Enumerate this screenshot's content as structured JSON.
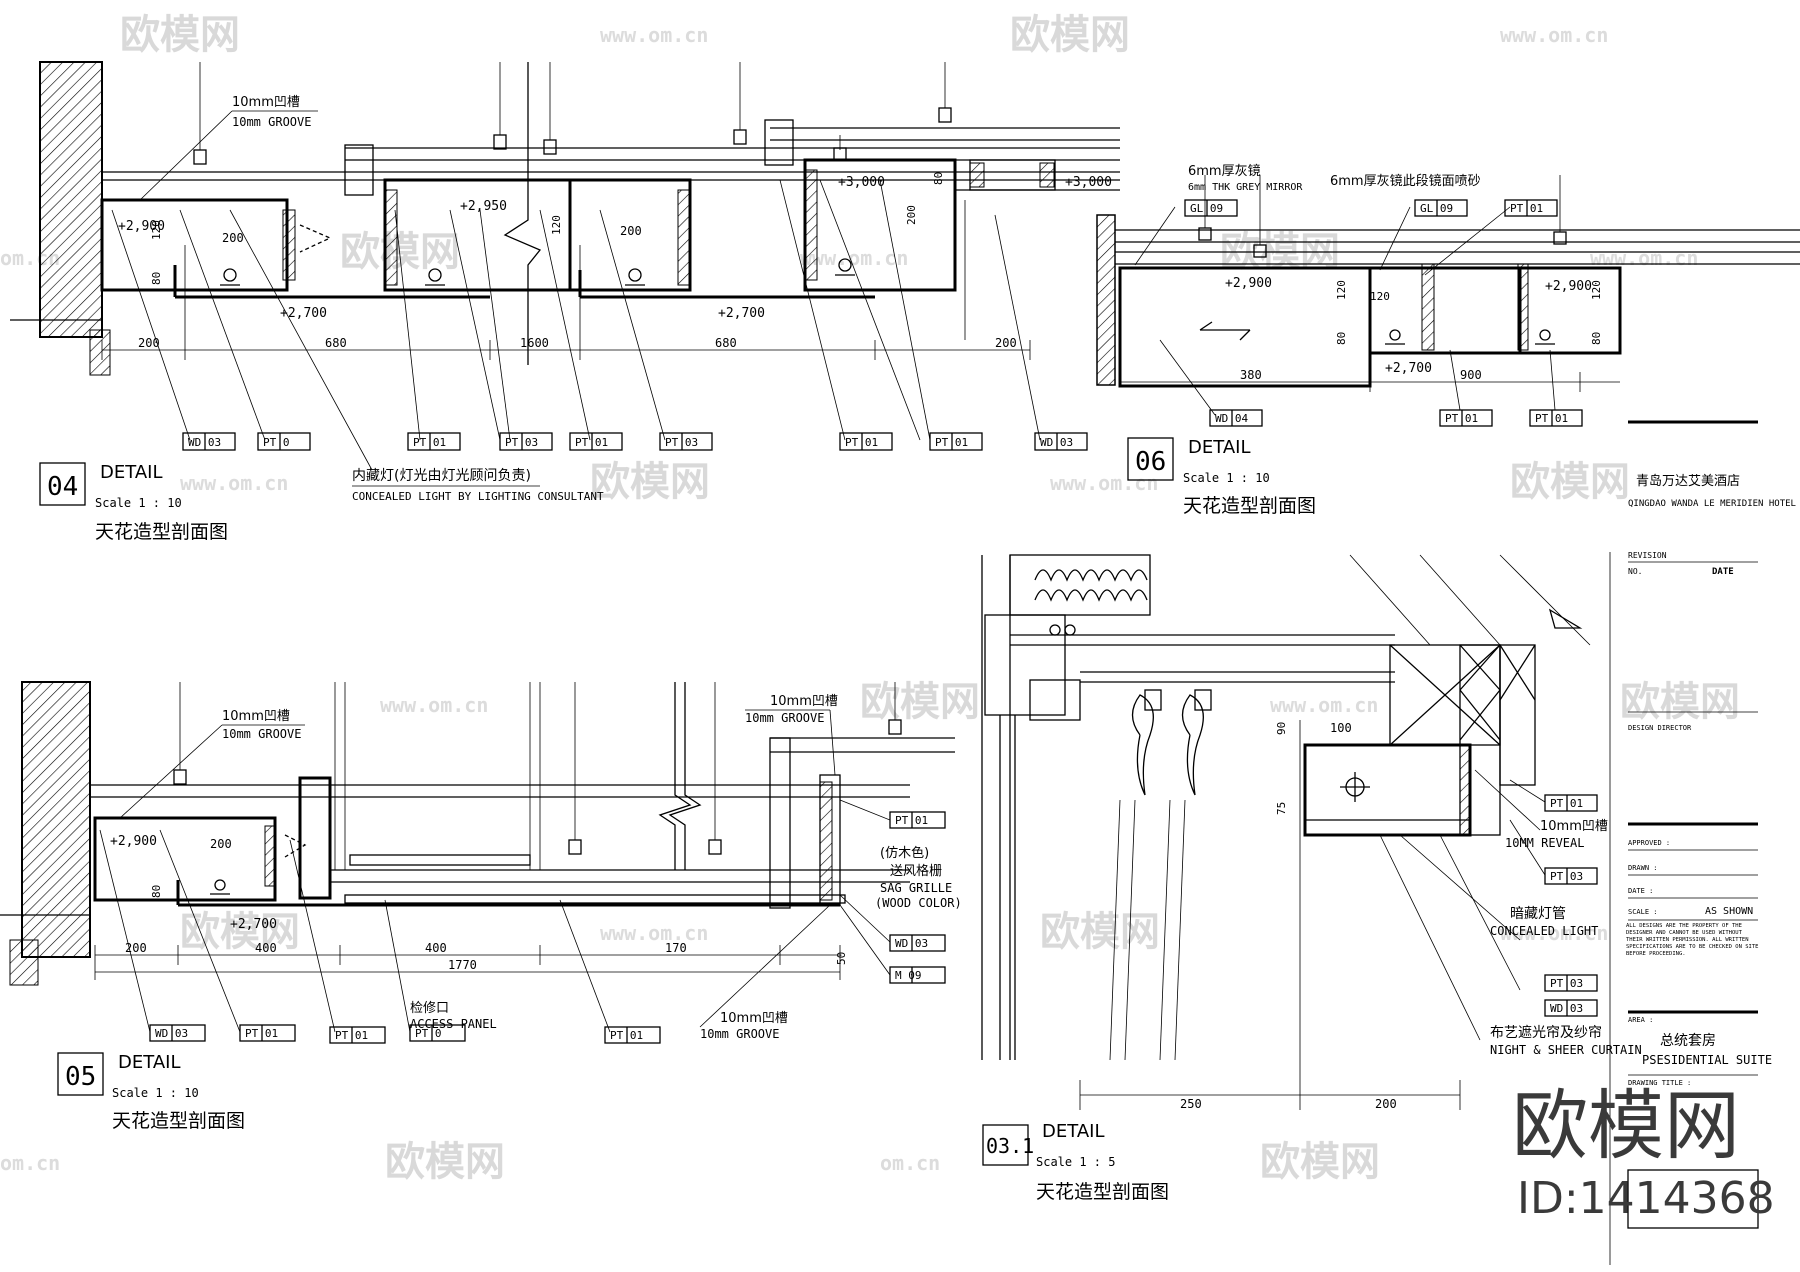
{
  "watermark": {
    "brand": "欧模网",
    "url": "www.om.cn",
    "url_short": "om.cn"
  },
  "corner_mark": {
    "brand": "欧模网",
    "id": "ID:1414368"
  },
  "details": [
    {
      "number": "04",
      "title": "DETAIL",
      "scale": "Scale 1 : 10",
      "caption": "天花造型剖面图",
      "notes": {
        "groove_cn": "10mm凹槽",
        "groove_en": "10mm GROOVE",
        "light_cn": "内藏灯(灯光由灯光顾问负责)",
        "light_en": "CONCEALED LIGHT BY LIGHTING CONSULTANT"
      },
      "levels": [
        "+2,900",
        "+2,950",
        "+3,000",
        "+3,000",
        "+2,700",
        "+2,700"
      ],
      "dims": [
        "200",
        "680",
        "1600",
        "680",
        "200",
        "120",
        "80",
        "200",
        "200",
        "120",
        "200",
        "80"
      ],
      "tags": [
        "WD 03",
        "PT 0",
        "PT 01",
        "PT 03",
        "PT 01",
        "PT 03",
        "PT 01",
        "PT 01",
        "WD 03"
      ]
    },
    {
      "number": "06",
      "title": "DETAIL",
      "scale": "Scale 1 : 10",
      "caption": "天花造型剖面图",
      "notes": {
        "mirror_cn": "6mm厚灰镜",
        "mirror_en": "6mm THK GREY MIRROR",
        "mirror2_cn": "6mm厚灰镜此段镜面喷砂"
      },
      "levels": [
        "+2,900",
        "+2,900",
        "+2,700"
      ],
      "dims": [
        "380",
        "900",
        "120",
        "80",
        "120",
        "80"
      ],
      "tags": [
        "GL 09",
        "GL 09",
        "PT 01",
        "WD 04",
        "PT 01",
        "PT 01"
      ]
    },
    {
      "number": "05",
      "title": "DETAIL",
      "scale": "Scale 1 : 10",
      "caption": "天花造型剖面图",
      "notes": {
        "groove_cn": "10mm凹槽",
        "groove_en": "10mm GROOVE",
        "groove2_cn": "10mm凹槽",
        "groove2_en": "10mm GROOVE",
        "groove3_cn": "10mm凹槽",
        "groove3_en": "10mm GROOVE",
        "grille_cn1": "(仿木色)",
        "grille_cn2": "送风格栅",
        "grille_en1": "SAG GRILLE",
        "grille_en2": "(WOOD COLOR)",
        "access_cn": "检修口",
        "access_en": "ACCESS PANEL"
      },
      "levels": [
        "+2,900",
        "+2,700"
      ],
      "dims": [
        "200",
        "400",
        "400",
        "170",
        "1770",
        "200",
        "80",
        "50"
      ],
      "tags": [
        "WD 03",
        "PT 01",
        "PT 01",
        "PT 0",
        "PT 01",
        "PT 01",
        "WD 03",
        "M 09"
      ]
    },
    {
      "number": "03.1",
      "title": "DETAIL",
      "scale": "Scale 1 :  5",
      "caption": "天花造型剖面图",
      "notes": {
        "reveal_cn": "10mm凹槽",
        "reveal_en": "10MM REVEAL",
        "light_cn": "暗藏灯管",
        "light_en": "CONCEALED LIGHT",
        "curtain_cn": "布艺遮光帘及纱帘",
        "curtain_en": "NIGHT & SHEER CURTAIN"
      },
      "dims": [
        "250",
        "200",
        "100",
        "90",
        "75"
      ],
      "tags": [
        "PT 01",
        "PT 03",
        "PT 03",
        "WD 03"
      ]
    }
  ],
  "title_block": {
    "hotel_cn": "青岛万达艾美酒店",
    "hotel_en": "QINGDAO WANDA LE MERIDIEN HOTEL",
    "revision": "REVISION",
    "rev_no": "NO.  ",
    "date_label": "DATE",
    "design_director": "DESIGN DIRECTOR",
    "approved": "APPROVED :",
    "drawn": "DRAWN :",
    "date": "DATE :",
    "scale_label": "SCALE :",
    "scale_value": "AS SHOWN",
    "notice": "ALL DESIGNS ARE THE PROPERTY OF THE DESIGNER AND CANNOT BE USED WITHOUT THEIR WRITTEN PERMISSION. ALL WRITTEN SPECIFICATIONS ARE TO BE CHECKED ON SITE BEFORE PROCEEDING.",
    "area_label": "AREA :",
    "area_cn": "总统套房",
    "area_en": "PSESIDENTIAL SUITE",
    "drawing_title": "DRAWING TITLE :"
  }
}
